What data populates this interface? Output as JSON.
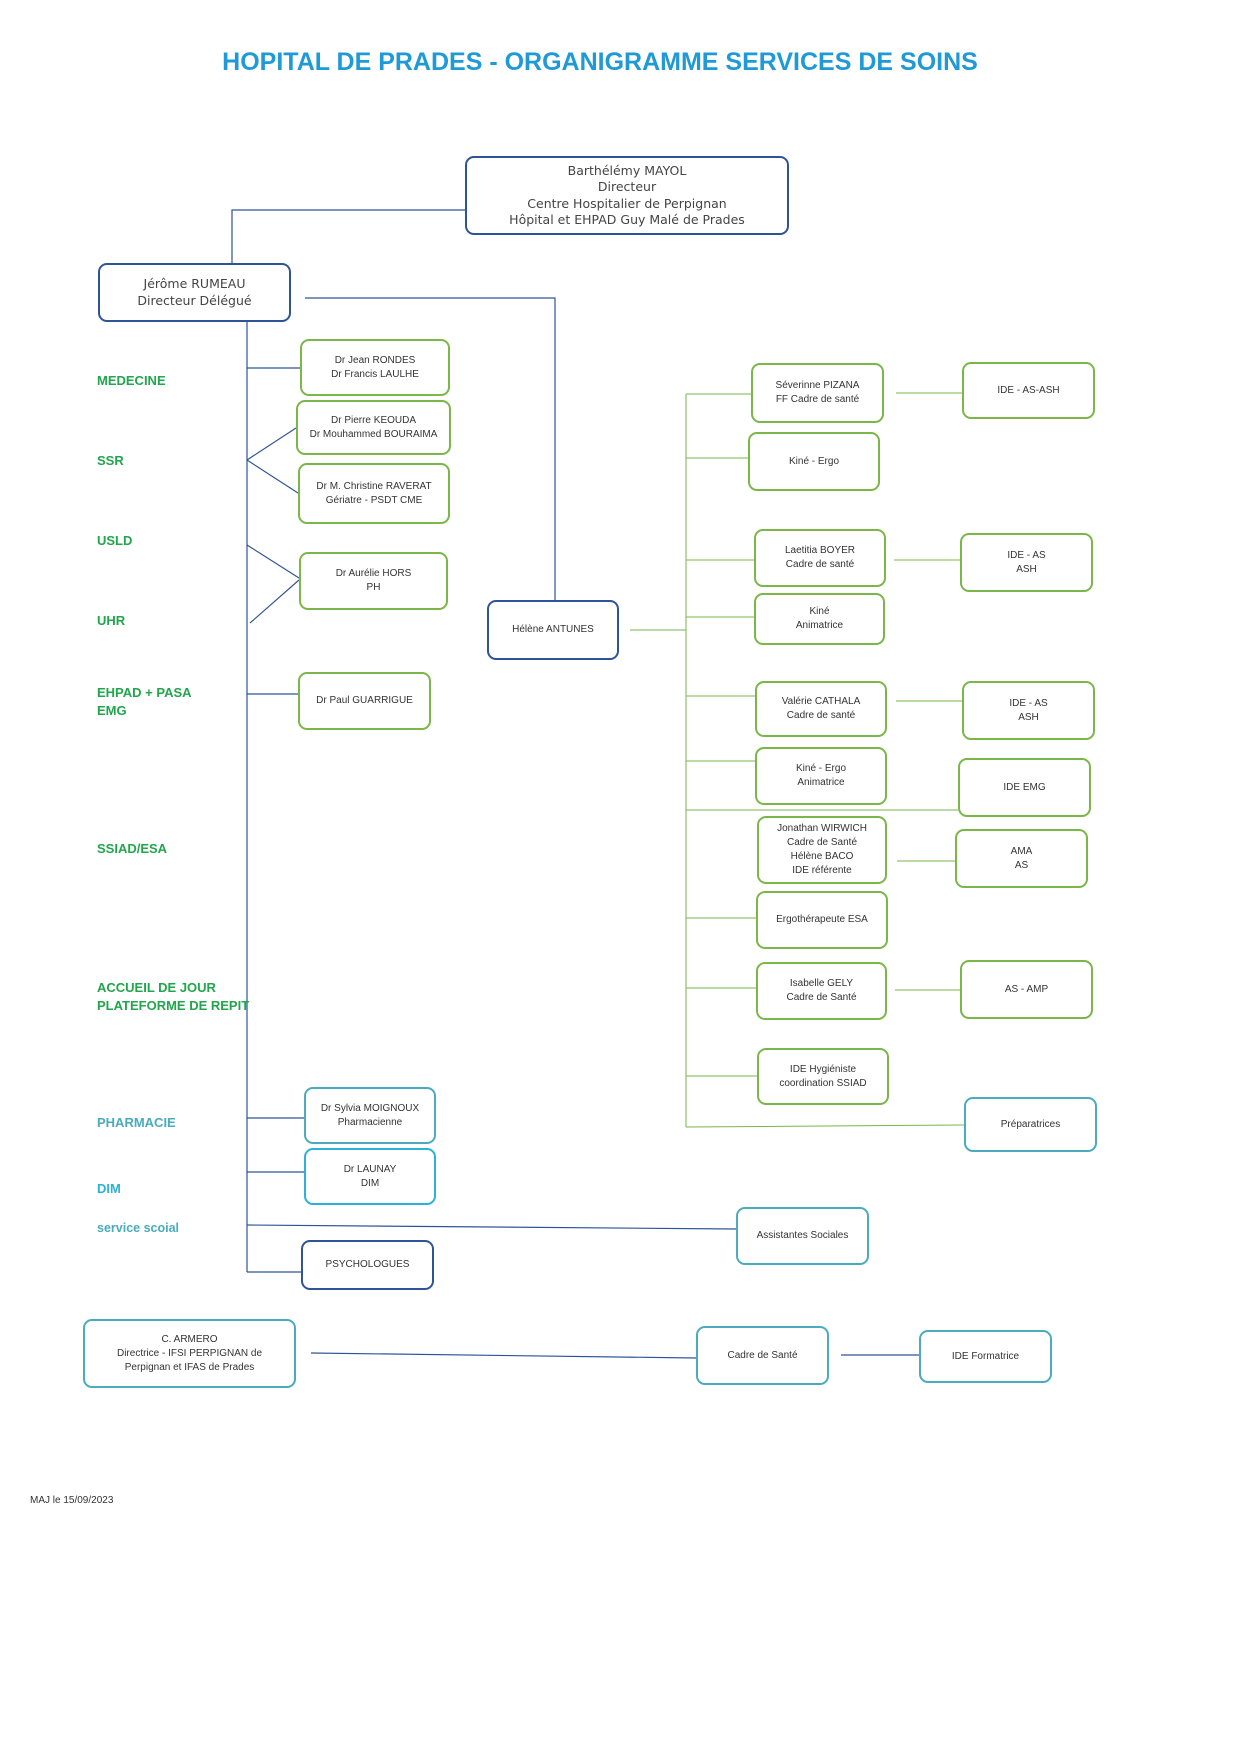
{
  "title": "HOPITAL DE PRADES - ORGANIGRAMME SERVICES DE SOINS",
  "colors": {
    "title": "#1f9ad6",
    "green_border": "#7ab648",
    "navy_border": "#2f5496",
    "teal_border": "#4aabbd",
    "cyan_border": "#2cb1d9",
    "service_green": "#21a64b"
  },
  "director": {
    "lines": [
      "Barthélémy MAYOL",
      "Directeur",
      "Centre Hospitalier de Perpignan",
      "Hôpital et EHPAD Guy Malé de Prades"
    ]
  },
  "delegate": {
    "lines": [
      "Jérôme RUMEAU",
      "Directeur Délégué"
    ]
  },
  "services": {
    "medecine": [
      "MEDECINE"
    ],
    "ssr": [
      "SSR"
    ],
    "usld": [
      "USLD"
    ],
    "uhr": [
      "UHR"
    ],
    "ehpad": [
      "EHPAD + PASA",
      "EMG"
    ],
    "ssiad": [
      "SSIAD/ESA"
    ],
    "accueil": [
      "ACCUEIL DE JOUR",
      "PLATEFORME DE REPIT"
    ],
    "pharmacie": [
      "PHARMACIE"
    ],
    "dim": [
      "DIM"
    ],
    "social": [
      "service scoial"
    ]
  },
  "doctors": {
    "rondes": [
      "Dr Jean RONDES",
      "Dr Francis LAULHE"
    ],
    "keouda": [
      "Dr Pierre KEOUDA",
      "Dr Mouhammed BOURAIMA"
    ],
    "raverat": [
      "Dr M. Christine RAVERAT",
      "Gériatre - PSDT CME"
    ],
    "hors": [
      "Dr Aurélie HORS",
      "PH"
    ],
    "guarrigue": [
      "Dr Paul GUARRIGUE"
    ],
    "moignoux": [
      "Dr Sylvia MOIGNOUX",
      "Pharmacienne"
    ],
    "launay": [
      "Dr LAUNAY",
      "DIM"
    ],
    "psychologues": [
      "PSYCHOLOGUES"
    ]
  },
  "antunes": [
    "Hélène ANTUNES"
  ],
  "cadres": {
    "pizana": [
      "Séverinne PIZANA",
      "FF Cadre de santé"
    ],
    "kine1": [
      "Kiné - Ergo"
    ],
    "boyer": [
      "Laetitia BOYER",
      "Cadre de santé"
    ],
    "kine2": [
      "Kiné",
      "Animatrice"
    ],
    "cathala": [
      "Valérie CATHALA",
      "Cadre de santé"
    ],
    "kine3": [
      "Kiné - Ergo",
      "Animatrice"
    ],
    "wirwich": [
      "Jonathan WIRWICH",
      "Cadre de Santé",
      "Hélène BACO",
      "IDE référente"
    ],
    "ergo": [
      "Ergothérapeute ESA"
    ],
    "gely": [
      "Isabelle GELY",
      "Cadre de Santé"
    ],
    "hygieniste": [
      "IDE Hygiéniste",
      "coordination SSIAD"
    ]
  },
  "staff": {
    "ide_as_ash_1": [
      "IDE - AS-ASH"
    ],
    "ide_as_ash_2": [
      "IDE - AS",
      "ASH"
    ],
    "ide_as_ash_3": [
      "IDE - AS",
      "ASH"
    ],
    "ide_emg": [
      "IDE EMG"
    ],
    "ama_as": [
      "AMA",
      "AS"
    ],
    "as_amp": [
      "AS - AMP"
    ],
    "preparatrices": [
      "Préparatrices"
    ],
    "assistantes": [
      "Assistantes Sociales"
    ]
  },
  "ifsi": {
    "armero": [
      "C. ARMERO",
      "Directrice -  IFSI PERPIGNAN de",
      "Perpignan et IFAS de Prades"
    ],
    "cadre": [
      "Cadre de Santé"
    ],
    "formatrice": [
      "IDE Formatrice"
    ]
  },
  "footer": "MAJ le 15/09/2023"
}
